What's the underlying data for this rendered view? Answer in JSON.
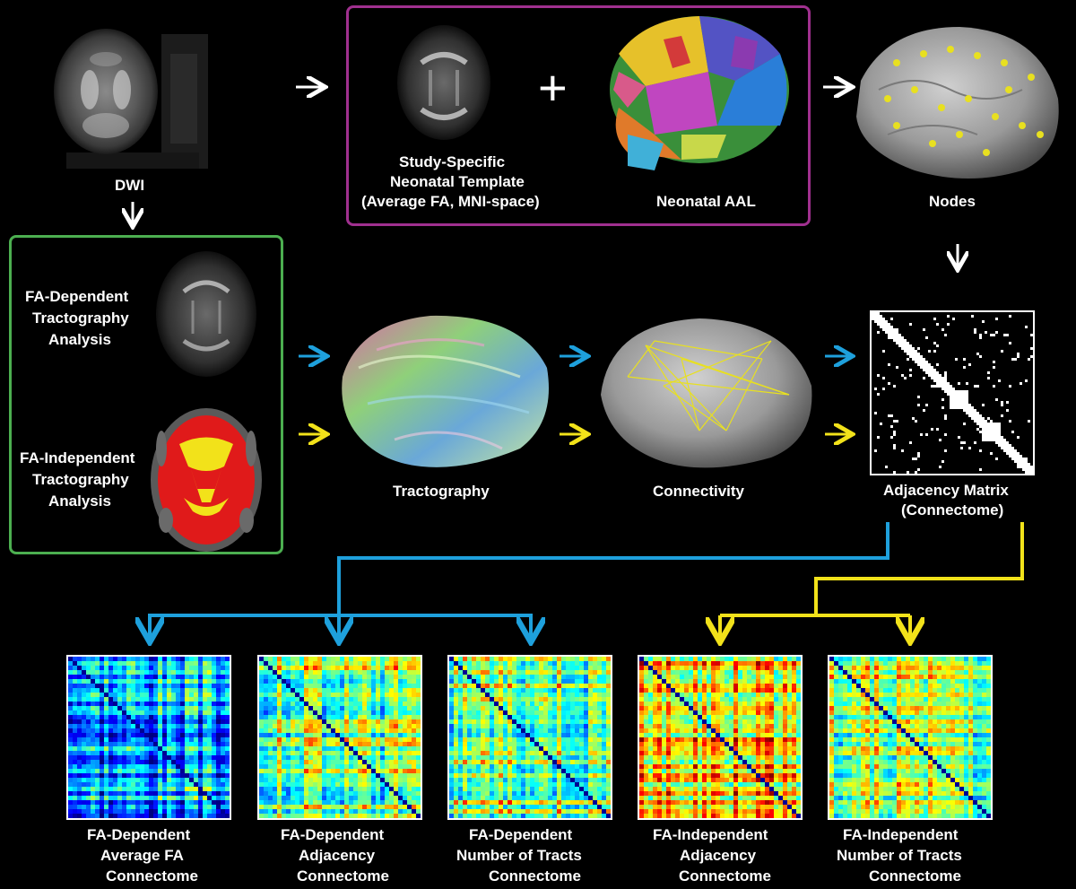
{
  "colors": {
    "background": "#000000",
    "template_box": "#a0308f",
    "tractography_box": "#4caf50",
    "fa_dependent_arrow": "#1ea0dc",
    "fa_independent_arrow": "#f2e21a",
    "plain_arrow": "#ffffff",
    "node_marker": "#e8e020"
  },
  "inputs": {
    "dwi": "DWI",
    "template_line1": "Study-Specific",
    "template_line2": "Neonatal Template",
    "template_line3": "(Average FA, MNI-space)",
    "aal": "Neonatal AAL",
    "nodes": "Nodes"
  },
  "analysis": {
    "fa_dependent": [
      "FA-Dependent",
      "Tractography",
      "Analysis"
    ],
    "fa_independent": [
      "FA-Independent",
      "Tractography",
      "Analysis"
    ]
  },
  "steps": {
    "tractography": "Tractography",
    "connectivity": "Connectivity",
    "adjacency_line1": "Adjacency Matrix",
    "adjacency_line2": "(Connectome)"
  },
  "connectomes": [
    {
      "line1": "FA-Dependent",
      "line2": "Average FA",
      "line3": "Connectome",
      "group": "fa_dependent",
      "palette": "cool"
    },
    {
      "line1": "FA-Dependent",
      "line2": "Adjacency",
      "line3": "Connectome",
      "group": "fa_dependent",
      "palette": "mid"
    },
    {
      "line1": "FA-Dependent",
      "line2": "Number of Tracts",
      "line3": "Connectome",
      "group": "fa_dependent",
      "palette": "mid"
    },
    {
      "line1": "FA-Independent",
      "line2": "Adjacency",
      "line3": "Connectome",
      "group": "fa_independent",
      "palette": "warm"
    },
    {
      "line1": "FA-Independent",
      "line2": "Number of Tracts",
      "line3": "Connectome",
      "group": "fa_independent",
      "palette": "mid"
    }
  ]
}
